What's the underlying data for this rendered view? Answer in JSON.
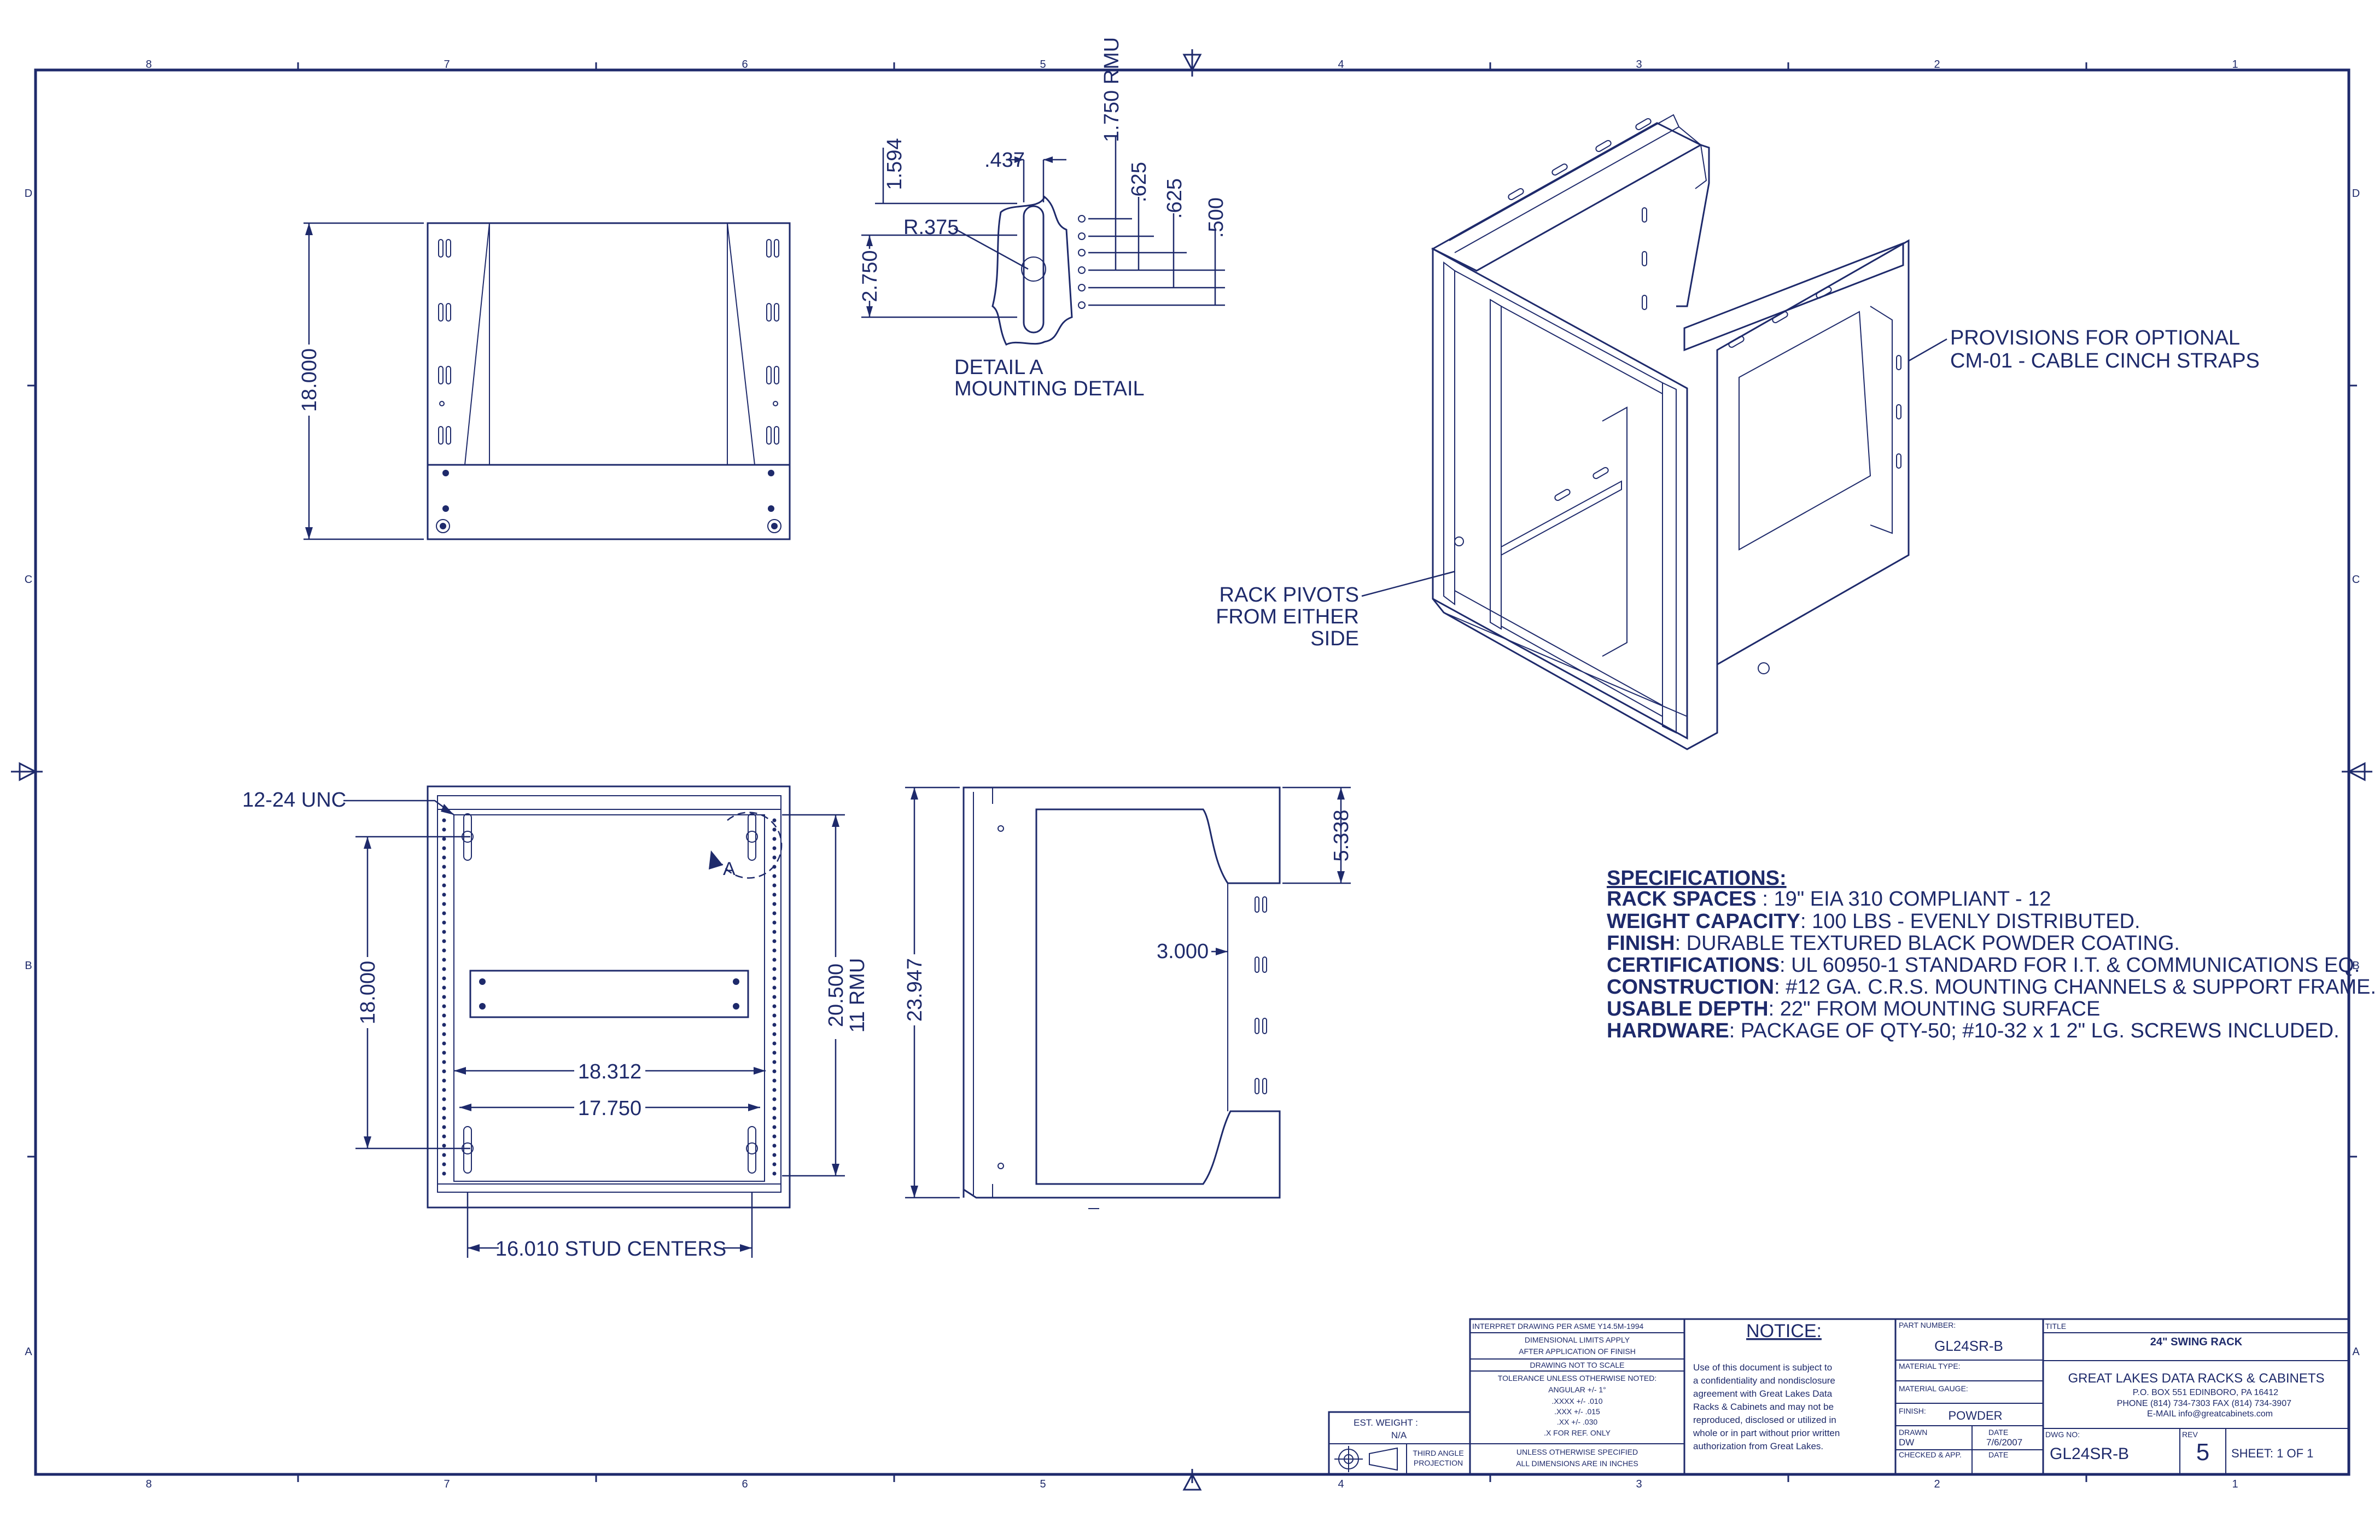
{
  "border": {
    "zones_top": [
      "8",
      "7",
      "6",
      "5",
      "4",
      "3",
      "2",
      "1"
    ],
    "zones_side": [
      "D",
      "C",
      "B",
      "A"
    ]
  },
  "top_view": {
    "height_dim": "18.000"
  },
  "detail_a": {
    "dims": {
      "d437": ".437",
      "d1594": "1.594",
      "rmu": "1.750 RMU",
      "d625a": ".625",
      "d625b": ".625",
      "d500": ".500",
      "r375": "R.375",
      "d2750": "2.750"
    },
    "title": "DETAIL  A",
    "subtitle": "MOUNTING DETAIL"
  },
  "iso_view": {
    "note_cinch_1": "PROVISIONS FOR OPTIONAL",
    "note_cinch_2": "CM-01 - CABLE CINCH STRAPS",
    "note_pivot_1": "RACK PIVOTS",
    "note_pivot_2": "FROM EITHER",
    "note_pivot_3": "SIDE"
  },
  "front_view": {
    "thread": "12-24 UNC",
    "detail_ref": "A",
    "height_dim": "18.000",
    "width_outer": "18.312",
    "width_inner": "17.750",
    "stud": "16.010 STUD CENTERS",
    "rmu_dim_1": "20.500",
    "rmu_dim_2": "11 RMU"
  },
  "side_view": {
    "height_dim": "23.947",
    "top_dim": "5.338",
    "depth_dim": "3.000"
  },
  "specifications": {
    "heading": "SPECIFICATIONS",
    "lines": [
      {
        "label": "RACK SPACES",
        "value": " : 19\" EIA 310 COMPLIANT - 12"
      },
      {
        "label": "WEIGHT CAPACITY",
        "value": ": 100 LBS - EVENLY DISTRIBUTED."
      },
      {
        "label": "FINISH",
        "value": ": DURABLE TEXTURED BLACK POWDER COATING."
      },
      {
        "label": "CERTIFICATIONS",
        "value": ": UL 60950-1 STANDARD FOR I.T. & COMMUNICATIONS EQ."
      },
      {
        "label": "CONSTRUCTION",
        "value": ": #12 GA. C.R.S. MOUNTING CHANNELS & SUPPORT FRAME."
      },
      {
        "label": "USABLE DEPTH",
        "value": ": 22\" FROM MOUNTING SURFACE"
      },
      {
        "label": "HARDWARE",
        "value": ": PACKAGE OF QTY-50; #10-32 x 1 2\" LG. SCREWS INCLUDED."
      }
    ]
  },
  "title_block": {
    "interpret": "INTERPRET DRAWING PER ASME Y14.5M-1994",
    "dim_limits_1": "DIMENSIONAL LIMITS APPLY",
    "dim_limits_2": "AFTER APPLICATION OF FINISH",
    "not_to_scale": "DRAWING NOT TO SCALE",
    "tolerance": "TOLERANCE UNLESS OTHERWISE NOTED:",
    "angular": "ANGULAR +/- 1°",
    "tol_xxxx": ".XXXX +/- .010",
    "tol_xxx": ".XXX +/- .015",
    "tol_xx": ".XX +/- .030",
    "tol_x": ".X FOR REF. ONLY",
    "unless_1": "UNLESS OTHERWISE SPECIFIED",
    "unless_2": "ALL DIMENSIONS ARE IN INCHES",
    "est_weight_label": "EST. WEIGHT :",
    "est_weight": "N/A",
    "projection_1": "THIRD ANGLE",
    "projection_2": "PROJECTION",
    "notice_title": "NOTICE:",
    "notice_lines": [
      "Use of this document is subject to",
      "a confidentiality and nondisclosure",
      "agreement with Great Lakes Data",
      "Racks & Cabinets and may not be",
      "reproduced, disclosed or utilized in",
      "whole or in part without prior written",
      "authorization from Great Lakes."
    ],
    "part_number_label": "PART NUMBER:",
    "part_number": "GL24SR-B",
    "material_type_label": "MATERIAL TYPE:",
    "material_gauge_label": "MATERIAL GAUGE:",
    "finish_label": "FINISH:",
    "finish": "POWDER",
    "drawn_label": "DRAWN",
    "drawn_by": "DW",
    "date_label": "DATE",
    "date": "7/6/2007",
    "checked_label": "CHECKED & APP.",
    "date_label_2": "DATE",
    "title_label": "TITLE",
    "title": "24\" SWING RACK",
    "company": "GREAT LAKES DATA RACKS & CABINETS",
    "address": "P.O. BOX 551 EDINBORO, PA 16412",
    "phone": "PHONE (814) 734-7303 FAX (814) 734-3907",
    "email": "E-MAIL info@greatcabinets.com",
    "dwg_no_label": "DWG NO:",
    "dwg_no": "GL24SR-B",
    "rev_label": "REV",
    "rev": "5",
    "sheet": "SHEET:  1  OF  1"
  }
}
